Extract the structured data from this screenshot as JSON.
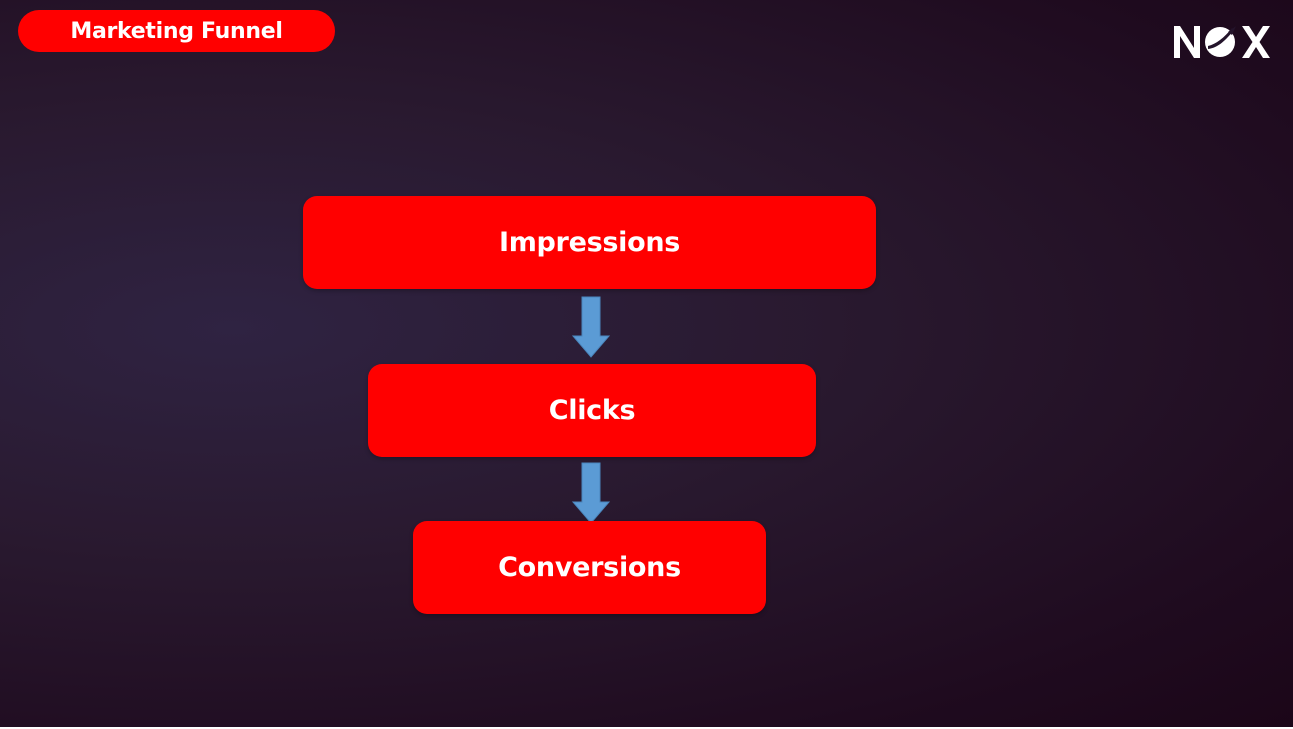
{
  "header": {
    "title": "Marketing Funnel",
    "logo_text": "NOX"
  },
  "funnel": {
    "stages": [
      {
        "label": "Impressions"
      },
      {
        "label": "Clicks"
      },
      {
        "label": "Conversions"
      }
    ],
    "arrow_icon": "down-arrow-icon"
  },
  "colors": {
    "stage_fill": "#ff0000",
    "arrow_fill": "#5b9bd5",
    "text": "#ffffff",
    "background": "#2a1a30"
  }
}
